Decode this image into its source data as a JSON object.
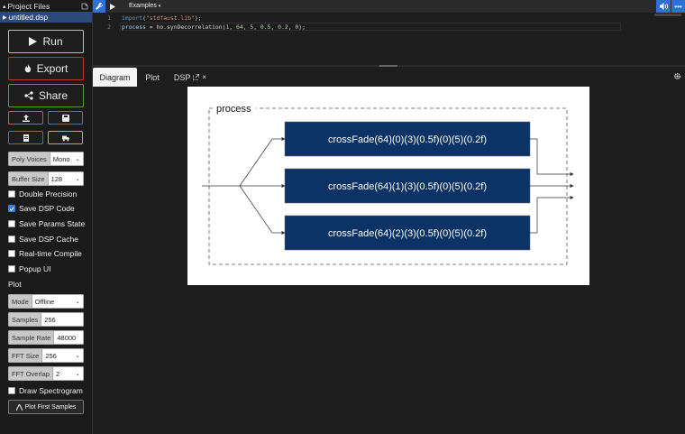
{
  "sidebar": {
    "project_files_title": "Project Files",
    "file_name": "untitled.dsp",
    "run_label": "Run",
    "export_label": "Export",
    "share_label": "Share",
    "poly_voices": {
      "label": "Poly Voices",
      "value": "Mono"
    },
    "buffer_size": {
      "label": "Buffer Size",
      "value": "128"
    },
    "checks": [
      {
        "label": "Double Precision",
        "checked": false
      },
      {
        "label": "Save DSP Code",
        "checked": true
      },
      {
        "label": "Save Params State",
        "checked": false
      },
      {
        "label": "Save DSP Cache",
        "checked": false
      },
      {
        "label": "Real-time Compile",
        "checked": false
      },
      {
        "label": "Popup UI",
        "checked": false
      }
    ],
    "plot_title": "Plot",
    "mode": {
      "label": "Mode",
      "value": "Offline"
    },
    "samples": {
      "label": "Samples",
      "value": "256"
    },
    "sample_rate": {
      "label": "Sample Rate",
      "value": "48000"
    },
    "fft_size": {
      "label": "FFT Size",
      "value": "256"
    },
    "fft_overlap": {
      "label": "FFT Overlap",
      "value": "2"
    },
    "draw_spectrogram": {
      "label": "Draw Spectrogram",
      "checked": false
    },
    "plot_first_label": "Plot First Samples"
  },
  "topbar": {
    "examples_label": "Examples"
  },
  "editor": {
    "lines": [
      {
        "num": "1"
      },
      {
        "num": "2"
      }
    ],
    "line1": {
      "kw": "import",
      "open": "(",
      "str": "\"stdfaust.lib\"",
      "close": ");"
    },
    "line2": {
      "var": "process",
      "eq": " = ho.synDecorrelation(",
      "args": "1, 64, 5, 0.5, 0.2, 0",
      "end": ");"
    }
  },
  "tabs": {
    "diagram": "Diagram",
    "plot": "Plot",
    "dsp": "DSP"
  },
  "diagram": {
    "group_label": "process",
    "blocks": [
      "crossFade(64)(0)(3)(0.5f)(0)(5)(0.2f)",
      "crossFade(64)(1)(3)(0.5f)(0)(5)(0.2f)",
      "crossFade(64)(2)(3)(0.5f)(0)(5)(0.2f)"
    ],
    "block_color": "#0b3366"
  },
  "colors": {
    "accent": "#2f6fd6",
    "run_border": "#bbbbbb",
    "export_border": "#c0392b",
    "share_border": "#5a9a3a"
  }
}
